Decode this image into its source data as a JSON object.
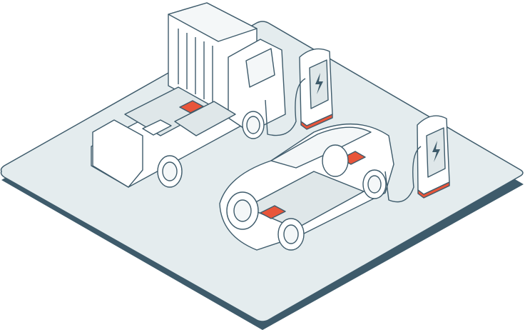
{
  "illustration": {
    "subject": [
      "electric-truck",
      "electric-car",
      "charging-station",
      "charging-station"
    ],
    "colors": {
      "platform_top": "#e4ecee",
      "platform_edge": "#3e5b6b",
      "outline": "#3e5b6b",
      "body_fill": "#ffffff",
      "battery_fill": "#dfe7e9",
      "battery_accent": "#e8553a"
    },
    "icons": [
      "lightning-bolt-icon",
      "lightning-bolt-icon"
    ]
  }
}
